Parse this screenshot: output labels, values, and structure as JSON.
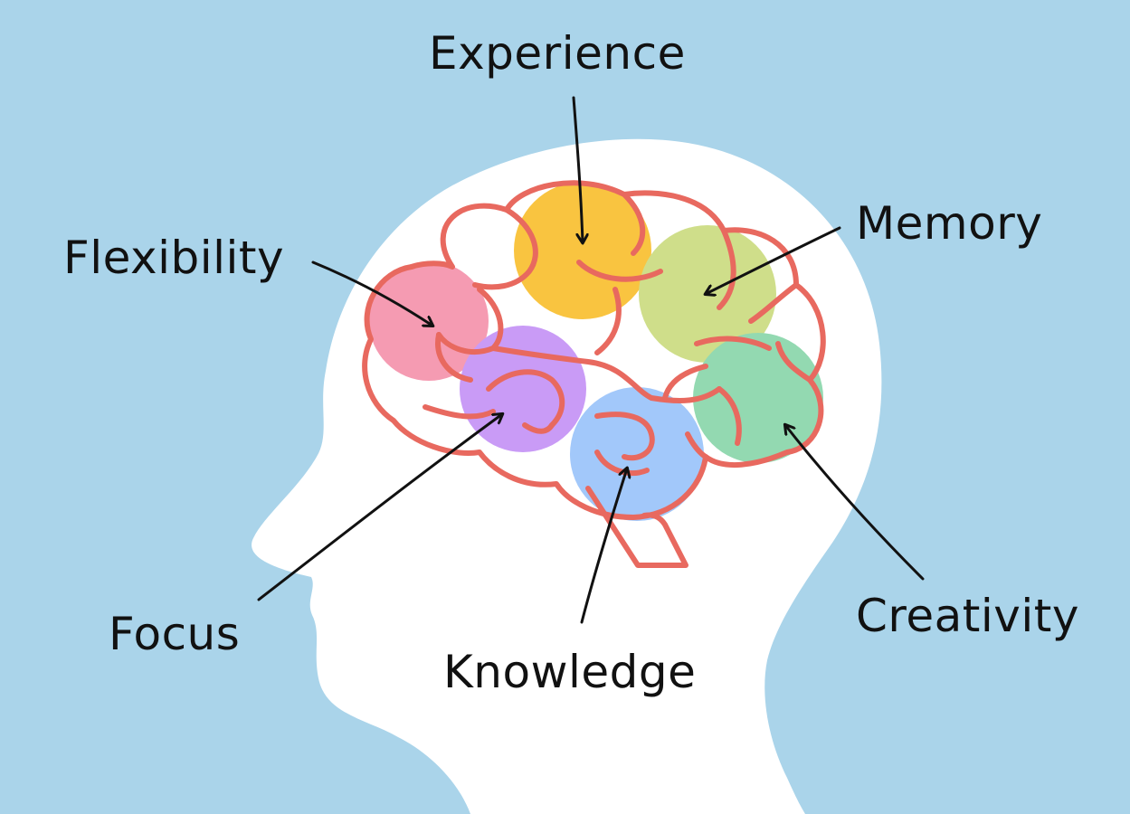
{
  "colors": {
    "background": "#AAD4EA",
    "head": "#FFFFFF",
    "brain_outline": "#E8695F",
    "arrow": "#111111"
  },
  "regions": [
    {
      "key": "experience",
      "label": "Experience",
      "icon": "yellow-circle-icon",
      "color": "#F9C440"
    },
    {
      "key": "memory",
      "label": "Memory",
      "icon": "green-circle-icon",
      "color": "#CFDE8A"
    },
    {
      "key": "flexibility",
      "label": "Flexibility",
      "icon": "pink-circle-icon",
      "color": "#F59BB2"
    },
    {
      "key": "focus",
      "label": "Focus",
      "icon": "purple-circle-icon",
      "color": "#C99BF6"
    },
    {
      "key": "knowledge",
      "label": "Knowledge",
      "icon": "blue-circle-icon",
      "color": "#A2C8FA"
    },
    {
      "key": "creativity",
      "label": "Creativity",
      "icon": "mint-circle-icon",
      "color": "#93D9B1"
    }
  ]
}
